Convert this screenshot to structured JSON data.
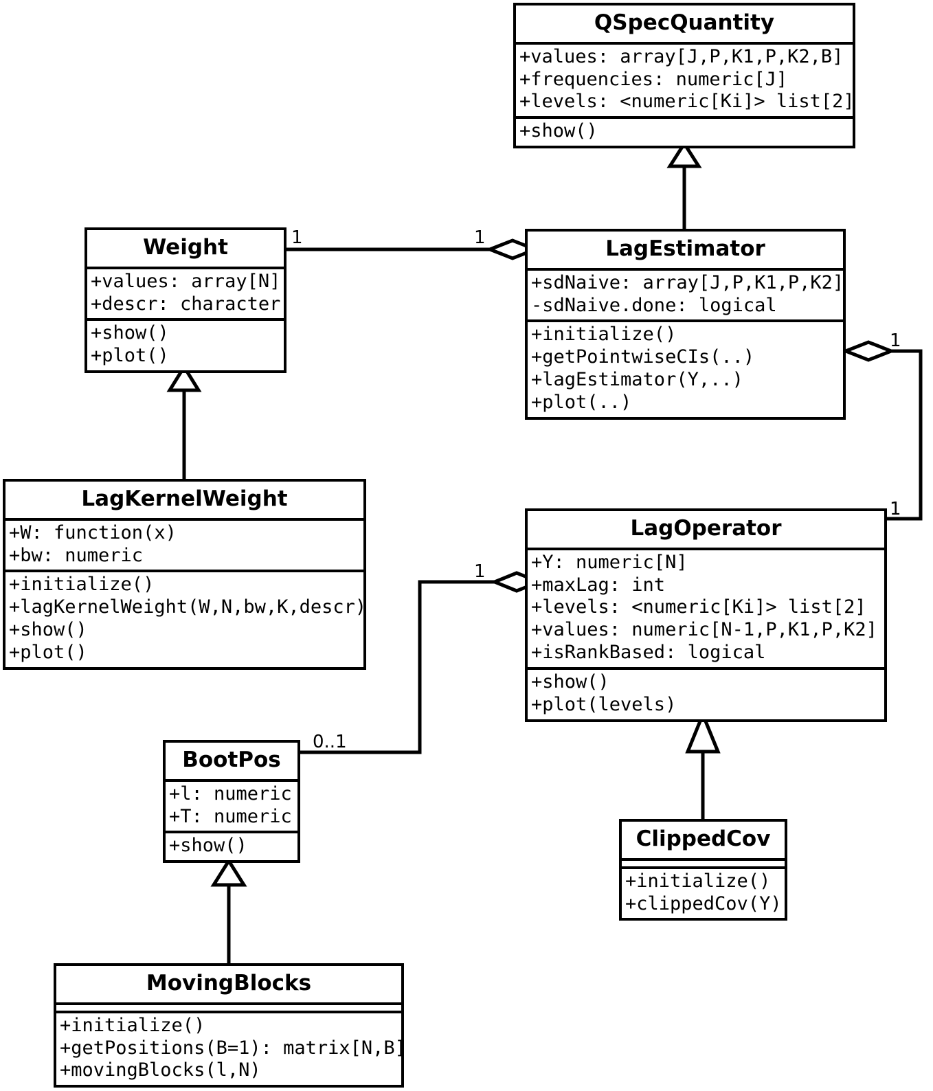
{
  "diagram": {
    "title": "UML class diagram",
    "stroke_color": "#000000",
    "background_color": "#ffffff"
  },
  "classes": [
    {
      "id": "qspecquantity",
      "name": "QSpecQuantity",
      "attributes": [
        "+values: array[J,P,K1,P,K2,B]",
        "+frequencies: numeric[J]",
        "+levels: <numeric[Ki]> list[2]"
      ],
      "methods": [
        "+show()"
      ]
    },
    {
      "id": "weight",
      "name": "Weight",
      "attributes": [
        "+values: array[N]",
        "+descr: character"
      ],
      "methods": [
        "+show()",
        "+plot()"
      ]
    },
    {
      "id": "lagestimator",
      "name": "LagEstimator",
      "attributes": [
        "+sdNaive: array[J,P,K1,P,K2]",
        "-sdNaive.done: logical"
      ],
      "methods": [
        "+initialize()",
        "+getPointwiseCIs(..)",
        "+lagEstimator(Y,..)",
        "+plot(..)"
      ]
    },
    {
      "id": "lagkernelweight",
      "name": "LagKernelWeight",
      "attributes": [
        "+W: function(x)",
        "+bw: numeric"
      ],
      "methods": [
        "+initialize()",
        "+lagKernelWeight(W,N,bw,K,descr)",
        "+show()",
        "+plot()"
      ]
    },
    {
      "id": "lagoperator",
      "name": "LagOperator",
      "attributes": [
        "+Y: numeric[N]",
        "+maxLag: int",
        "+levels: <numeric[Ki]> list[2]",
        "+values: numeric[N-1,P,K1,P,K2]",
        "+isRankBased: logical"
      ],
      "methods": [
        "+show()",
        "+plot(levels)"
      ]
    },
    {
      "id": "bootpos",
      "name": "BootPos",
      "attributes": [
        "+l: numeric",
        "+T: numeric"
      ],
      "methods": [
        "+show()"
      ]
    },
    {
      "id": "clippedcov",
      "name": "ClippedCov",
      "attributes": [],
      "methods": [
        "+initialize()",
        "+clippedCov(Y)"
      ]
    },
    {
      "id": "movingblocks",
      "name": "MovingBlocks",
      "attributes": [],
      "methods": [
        "+initialize()",
        "+getPositions(B=1): matrix[N,B]",
        "+movingBlocks(l,N)"
      ]
    }
  ],
  "relationships": [
    {
      "id": "rel-lagestimator-qspecquantity",
      "type": "generalization",
      "from": "LagEstimator",
      "to": "QSpecQuantity",
      "source_multiplicity": "",
      "target_multiplicity": ""
    },
    {
      "id": "rel-lagkernelweight-weight",
      "type": "generalization",
      "from": "LagKernelWeight",
      "to": "Weight",
      "source_multiplicity": "",
      "target_multiplicity": ""
    },
    {
      "id": "rel-weight-lagestimator",
      "type": "aggregation",
      "from": "Weight",
      "to": "LagEstimator",
      "source_multiplicity": "1",
      "target_multiplicity": "1"
    },
    {
      "id": "rel-lagoperator-lagestimator",
      "type": "aggregation",
      "from": "LagOperator",
      "to": "LagEstimator",
      "source_multiplicity": "1",
      "target_multiplicity": "1"
    },
    {
      "id": "rel-bootpos-lagoperator",
      "type": "aggregation",
      "from": "BootPos",
      "to": "LagOperator",
      "source_multiplicity": "0..1",
      "target_multiplicity": "1"
    },
    {
      "id": "rel-clippedcov-lagoperator",
      "type": "generalization",
      "from": "ClippedCov",
      "to": "LagOperator",
      "source_multiplicity": "",
      "target_multiplicity": ""
    },
    {
      "id": "rel-movingblocks-bootpos",
      "type": "generalization",
      "from": "MovingBlocks",
      "to": "BootPos",
      "source_multiplicity": "",
      "target_multiplicity": ""
    }
  ],
  "multiplicity_labels": [
    {
      "id": "m-weight-right",
      "text": "1"
    },
    {
      "id": "m-lagestimator-left",
      "text": "1"
    },
    {
      "id": "m-lagestimator-right",
      "text": "1"
    },
    {
      "id": "m-lagoperator-right",
      "text": "1"
    },
    {
      "id": "m-lagoperator-left",
      "text": "1"
    },
    {
      "id": "m-bootpos-right",
      "text": "0..1"
    }
  ]
}
